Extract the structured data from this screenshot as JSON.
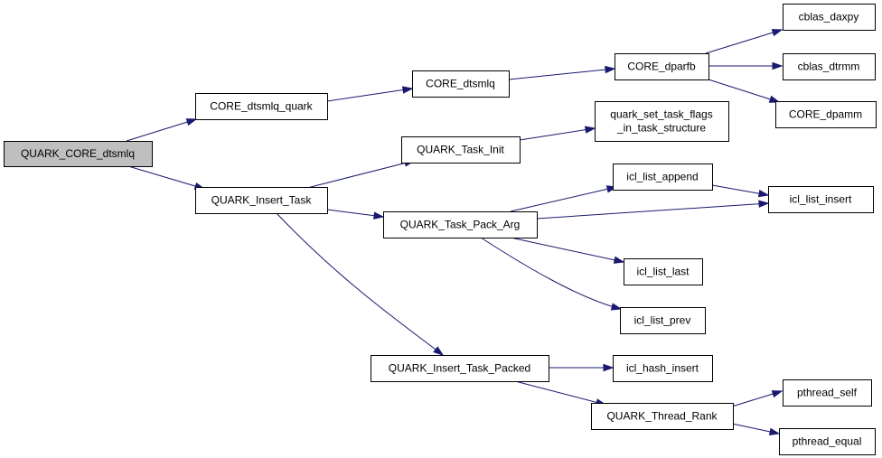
{
  "diagram": {
    "type": "call-graph",
    "edge_color": "#191970",
    "root_fill": "#bfbfbf",
    "node_fill": "#ffffff",
    "nodes": [
      {
        "id": "n0",
        "lines": [
          "QUARK_CORE_dtsmlq"
        ],
        "root": true
      },
      {
        "id": "n1",
        "lines": [
          "CORE_dtsmlq_quark"
        ]
      },
      {
        "id": "n2",
        "lines": [
          "QUARK_Insert_Task"
        ]
      },
      {
        "id": "n3",
        "lines": [
          "CORE_dtsmlq"
        ]
      },
      {
        "id": "n4",
        "lines": [
          "CORE_dparfb"
        ]
      },
      {
        "id": "n5",
        "lines": [
          "cblas_daxpy"
        ]
      },
      {
        "id": "n6",
        "lines": [
          "cblas_dtrmm"
        ]
      },
      {
        "id": "n7",
        "lines": [
          "CORE_dpamm"
        ]
      },
      {
        "id": "n8",
        "lines": [
          "QUARK_Task_Init"
        ]
      },
      {
        "id": "n9",
        "lines": [
          "quark_set_task_flags",
          "_in_task_structure"
        ]
      },
      {
        "id": "n10",
        "lines": [
          "QUARK_Task_Pack_Arg"
        ]
      },
      {
        "id": "n11",
        "lines": [
          "icl_list_append"
        ]
      },
      {
        "id": "n12",
        "lines": [
          "icl_list_insert"
        ]
      },
      {
        "id": "n13",
        "lines": [
          "icl_list_last"
        ]
      },
      {
        "id": "n14",
        "lines": [
          "icl_list_prev"
        ]
      },
      {
        "id": "n15",
        "lines": [
          "QUARK_Insert_Task_Packed"
        ]
      },
      {
        "id": "n16",
        "lines": [
          "icl_hash_insert"
        ]
      },
      {
        "id": "n17",
        "lines": [
          "QUARK_Thread_Rank"
        ]
      },
      {
        "id": "n18",
        "lines": [
          "pthread_self"
        ]
      },
      {
        "id": "n19",
        "lines": [
          "pthread_equal"
        ]
      }
    ],
    "edges": [
      {
        "from": "n0",
        "to": "n1"
      },
      {
        "from": "n0",
        "to": "n2"
      },
      {
        "from": "n1",
        "to": "n3"
      },
      {
        "from": "n3",
        "to": "n4"
      },
      {
        "from": "n4",
        "to": "n5"
      },
      {
        "from": "n4",
        "to": "n6"
      },
      {
        "from": "n4",
        "to": "n7"
      },
      {
        "from": "n2",
        "to": "n8"
      },
      {
        "from": "n2",
        "to": "n10"
      },
      {
        "from": "n2",
        "to": "n15"
      },
      {
        "from": "n8",
        "to": "n9"
      },
      {
        "from": "n10",
        "to": "n11"
      },
      {
        "from": "n10",
        "to": "n12"
      },
      {
        "from": "n10",
        "to": "n13"
      },
      {
        "from": "n10",
        "to": "n14"
      },
      {
        "from": "n11",
        "to": "n12"
      },
      {
        "from": "n15",
        "to": "n16"
      },
      {
        "from": "n15",
        "to": "n17"
      },
      {
        "from": "n17",
        "to": "n18"
      },
      {
        "from": "n17",
        "to": "n19"
      }
    ]
  }
}
